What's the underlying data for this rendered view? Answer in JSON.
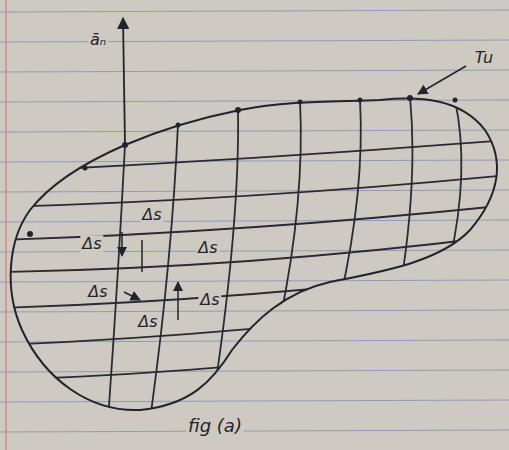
{
  "diagram": {
    "caption": "fig (a)",
    "labels": [
      "āₙ",
      "Tu",
      "Δs",
      "Δs",
      "Δs",
      "Δs",
      "Δs",
      "Δs"
    ]
  }
}
